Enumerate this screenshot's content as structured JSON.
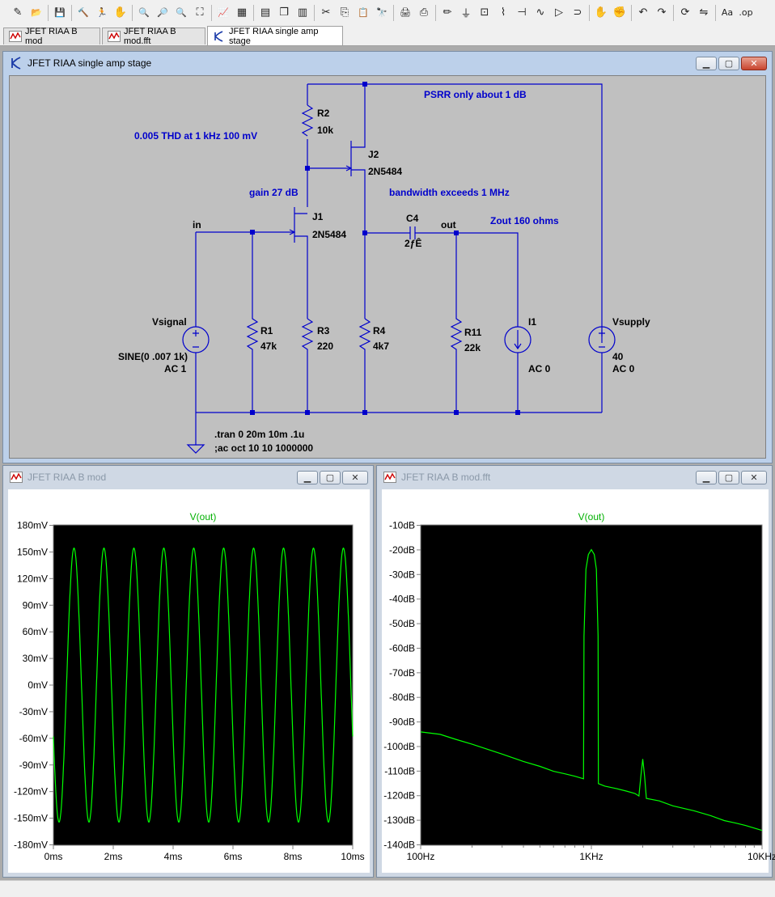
{
  "toolbar": {
    "buttons": [
      {
        "name": "new-schematic-icon",
        "glyph": "✎"
      },
      {
        "name": "open-icon",
        "glyph": "📂"
      },
      {
        "name": "save-icon",
        "glyph": "💾"
      },
      {
        "name": "control-panel-icon",
        "glyph": "🔨"
      },
      {
        "name": "run-icon",
        "glyph": "🏃"
      },
      {
        "name": "halt-icon",
        "glyph": "✋"
      },
      {
        "name": "zoom-in-icon",
        "glyph": "🔍"
      },
      {
        "name": "pan-icon",
        "glyph": "🔎"
      },
      {
        "name": "zoom-out-icon",
        "glyph": "🔍"
      },
      {
        "name": "zoom-fit-icon",
        "glyph": "⛶"
      },
      {
        "name": "autorange-icon",
        "glyph": "📈"
      },
      {
        "name": "delete-trace-icon",
        "glyph": "▦"
      },
      {
        "name": "tile-horizontal-icon",
        "glyph": "▤"
      },
      {
        "name": "cascade-icon",
        "glyph": "❐"
      },
      {
        "name": "tile-vertical-icon",
        "glyph": "▥"
      },
      {
        "name": "cut-icon",
        "glyph": "✂"
      },
      {
        "name": "copy-icon",
        "glyph": "⎘"
      },
      {
        "name": "paste-icon",
        "glyph": "📋"
      },
      {
        "name": "find-icon",
        "glyph": "🔭"
      },
      {
        "name": "print-preview-icon",
        "glyph": "🖨"
      },
      {
        "name": "print-icon",
        "glyph": "⎙"
      },
      {
        "name": "draw-wire-icon",
        "glyph": "✏"
      },
      {
        "name": "ground-icon",
        "glyph": "⏚"
      },
      {
        "name": "label-net-icon",
        "glyph": "⊡"
      },
      {
        "name": "resistor-icon",
        "glyph": "⌇"
      },
      {
        "name": "capacitor-icon",
        "glyph": "⊣"
      },
      {
        "name": "inductor-icon",
        "glyph": "∿"
      },
      {
        "name": "diode-icon",
        "glyph": "▷"
      },
      {
        "name": "component-icon",
        "glyph": "⊃"
      },
      {
        "name": "move-icon",
        "glyph": "✋"
      },
      {
        "name": "drag-icon",
        "glyph": "✊"
      },
      {
        "name": "undo-icon",
        "glyph": "↶"
      },
      {
        "name": "redo-icon",
        "glyph": "↷"
      },
      {
        "name": "rotate-icon",
        "glyph": "⟳"
      },
      {
        "name": "mirror-icon",
        "glyph": "⇋"
      },
      {
        "name": "text-icon",
        "glyph": "Aa"
      },
      {
        "name": "spice-directive-icon",
        "glyph": ".op"
      }
    ]
  },
  "tabs": [
    {
      "label": "JFET RIAA B mod",
      "type": "waveform"
    },
    {
      "label": "JFET RIAA B mod.fft",
      "type": "waveform"
    },
    {
      "label": "JFET RIAA single amp stage",
      "type": "schematic"
    }
  ],
  "schematic_window": {
    "title": "JFET RIAA single amp stage",
    "labels": {
      "r2": "R2",
      "r2v": "10k",
      "j2": "J2",
      "j2v": "2N5484",
      "j1": "J1",
      "j1v": "2N5484",
      "c4": "C4",
      "c4v": "2ƒÊ",
      "r1": "R1",
      "r1v": "47k",
      "r3": "R3",
      "r3v": "220",
      "r4": "R4",
      "r4v": "4k7",
      "r11": "R11",
      "r11v": "22k",
      "i1": "I1",
      "i1v": "AC 0",
      "vsig": "Vsignal",
      "vsigv1": "SINE(0 .007 1k)",
      "vsigv2": "AC 1",
      "vsup": "Vsupply",
      "vsupv1": "40",
      "vsupv2": "AC 0",
      "net_in": "in",
      "net_out": "out",
      "cmt_psrr": "PSRR only about 1 dB",
      "cmt_thd": "0.005 THD at 1 kHz 100 mV",
      "cmt_gain": "gain 27 dB",
      "cmt_bw": "bandwidth exceeds 1 MHz",
      "cmt_zout": "Zout 160 ohms",
      "dir_tran": ".tran 0 20m 10m .1u",
      "dir_ac": ";ac oct 10 10 1000000"
    }
  },
  "time_window": {
    "title": "JFET RIAA B mod"
  },
  "fft_window": {
    "title": "JFET RIAA B mod.fft"
  },
  "chart_data": [
    {
      "type": "line",
      "trace": "V(out)",
      "x_ticks": [
        "0ms",
        "2ms",
        "4ms",
        "6ms",
        "8ms",
        "10ms"
      ],
      "y_ticks": [
        "180mV",
        "150mV",
        "120mV",
        "90mV",
        "60mV",
        "30mV",
        "0mV",
        "-30mV",
        "-60mV",
        "-90mV",
        "-120mV",
        "-150mV",
        "-180mV"
      ],
      "xlim": [
        0,
        10
      ],
      "ylim": [
        -180,
        180
      ],
      "series": [
        {
          "color": "#00ff00",
          "amplitude": 154,
          "frequency_khz": 1,
          "phase_deg": 202
        }
      ],
      "grid": false
    },
    {
      "type": "line",
      "trace": "V(out)",
      "x_scale": "log",
      "x_ticks": [
        "100Hz",
        "1KHz",
        "10KHz"
      ],
      "y_ticks": [
        "-10dB",
        "-20dB",
        "-30dB",
        "-40dB",
        "-50dB",
        "-60dB",
        "-70dB",
        "-80dB",
        "-90dB",
        "-100dB",
        "-110dB",
        "-120dB",
        "-130dB",
        "-140dB"
      ],
      "xlim": [
        100,
        10000
      ],
      "ylim": [
        -140,
        -10
      ],
      "series": [
        {
          "color": "#00ff00",
          "points": [
            [
              100,
              -94
            ],
            [
              130,
              -95
            ],
            [
              160,
              -97
            ],
            [
              200,
              -99
            ],
            [
              300,
              -103
            ],
            [
              400,
              -106
            ],
            [
              500,
              -108
            ],
            [
              600,
              -110
            ],
            [
              700,
              -111
            ],
            [
              800,
              -112
            ],
            [
              900,
              -113
            ],
            [
              905,
              -55
            ],
            [
              930,
              -28
            ],
            [
              960,
              -22
            ],
            [
              1000,
              -20
            ],
            [
              1040,
              -22
            ],
            [
              1070,
              -28
            ],
            [
              1095,
              -55
            ],
            [
              1100,
              -115
            ],
            [
              1200,
              -116
            ],
            [
              1400,
              -117
            ],
            [
              1600,
              -118
            ],
            [
              1800,
              -119
            ],
            [
              1900,
              -120
            ],
            [
              1950,
              -112
            ],
            [
              2000,
              -105
            ],
            [
              2050,
              -112
            ],
            [
              2100,
              -121
            ],
            [
              2500,
              -122
            ],
            [
              3000,
              -124
            ],
            [
              4000,
              -126
            ],
            [
              5000,
              -128
            ],
            [
              6000,
              -130
            ],
            [
              7000,
              -131
            ],
            [
              8000,
              -132
            ],
            [
              10000,
              -134
            ]
          ]
        }
      ],
      "grid": false
    }
  ]
}
